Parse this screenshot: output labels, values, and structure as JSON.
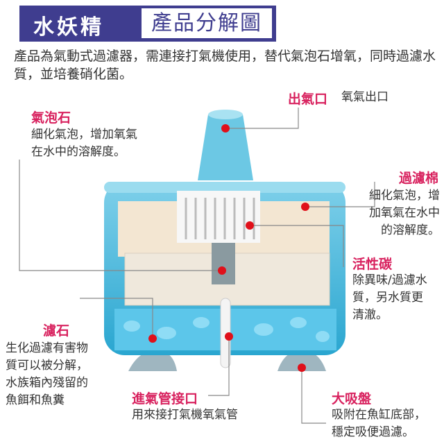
{
  "header": {
    "brand": "水妖精",
    "title": "產品分解圖"
  },
  "intro": "產品為氣動式過濾器，需連接打氣機使用，替代氣泡石增氧，同時過濾水質，並培養硝化菌。",
  "labels": {
    "outlet": {
      "title": "出氣口",
      "desc": "氧氣出口"
    },
    "airstone": {
      "title": "氣泡石",
      "desc": [
        "細化氣泡，增加氧氣",
        "在水中的溶解度。"
      ]
    },
    "sponge": {
      "title": "過濾棉",
      "desc": [
        "細化氣泡，增",
        "加氧氣在水中",
        "的溶解度。"
      ]
    },
    "carbon": {
      "title": "活性碳",
      "desc": [
        "除異味/過濾水",
        "質，另水質更",
        "清澈。"
      ]
    },
    "stones": {
      "title": "濾石",
      "desc": [
        "生化過濾有害物",
        "質可以被分解，",
        "水族箱內殘留的",
        "魚餌和魚糞"
      ]
    },
    "inlet": {
      "title": "進氣管接口",
      "desc": "用來接打氣機氧氣管"
    },
    "suction": {
      "title": "大吸盤",
      "desc": [
        "吸附在魚缸底部，",
        "穩定吸便過濾。"
      ]
    }
  },
  "colors": {
    "header": "#3f3d8f",
    "accent": "#d8215e",
    "body": "#4fb8d8"
  }
}
